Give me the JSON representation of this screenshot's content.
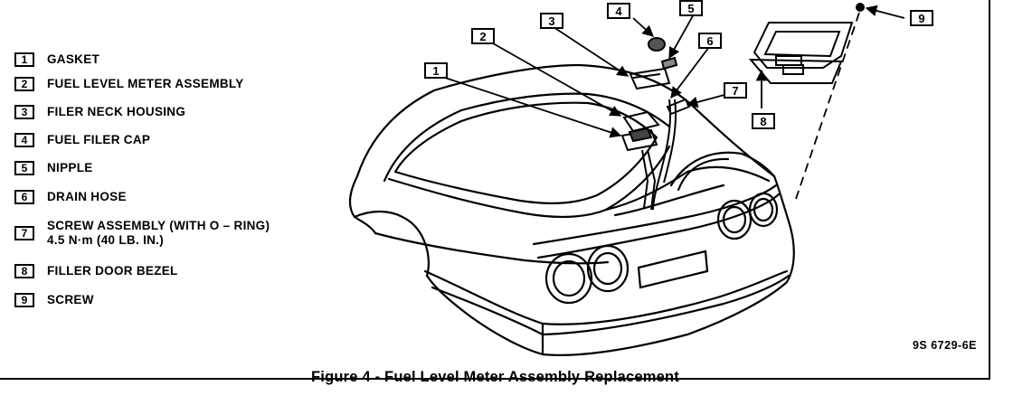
{
  "legend": {
    "items": [
      {
        "num": "1",
        "label": "GASKET"
      },
      {
        "num": "2",
        "label": "FUEL LEVEL METER ASSEMBLY"
      },
      {
        "num": "3",
        "label": "FILER NECK HOUSING"
      },
      {
        "num": "4",
        "label": "FUEL FILER CAP"
      },
      {
        "num": "5",
        "label": "NIPPLE"
      },
      {
        "num": "6",
        "label": "DRAIN HOSE"
      },
      {
        "num": "7",
        "label": "SCREW ASSEMBLY (WITH O – RING)\n4.5 N·m (40 LB. IN.)"
      },
      {
        "num": "8",
        "label": "FILLER DOOR BEZEL"
      },
      {
        "num": "9",
        "label": "SCREW"
      }
    ]
  },
  "callouts": [
    "1",
    "2",
    "3",
    "4",
    "5",
    "6",
    "7",
    "8",
    "9"
  ],
  "reference_code": "9S 6729-6E",
  "caption": "Figure 4 - Fuel Level Meter Assembly Replacement"
}
